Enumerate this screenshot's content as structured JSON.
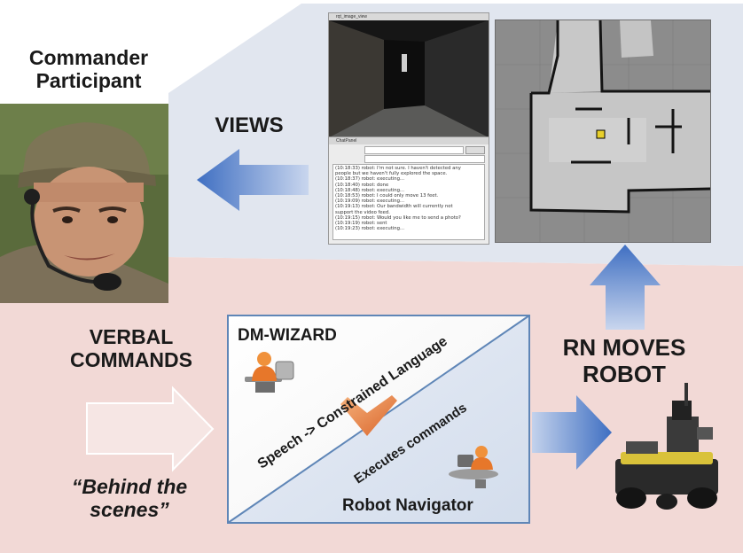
{
  "participant": {
    "title_line1": "Commander",
    "title_line2": "Participant"
  },
  "views_label": "VIEWS",
  "verbal_label_line1": "VERBAL",
  "verbal_label_line2": "COMMANDS",
  "behind_label_line1": "“Behind the",
  "behind_label_line2": "scenes”",
  "rn_label_line1": "RN MOVES",
  "rn_label_line2": "ROBOT",
  "wizard_box": {
    "dm_wizard": "DM-WIZARD",
    "speech": "Speech -> Constrained Language",
    "executes": "Executes commands",
    "robot_navigator": "Robot Navigator"
  },
  "screen": {
    "camera_title": "rqt_image_view",
    "chat_title": "ChatPanel",
    "chat_log": [
      "(10:18:33) robot: I'm not sure. I haven't detected any",
      "people but we haven't fully explored the space.",
      "(10:18:37) robot: executing...",
      "(10:18:40) robot: done",
      "(10:18:48) robot: executing...",
      "(10:18:53) robot: I could only move 13 feet.",
      "(10:19:09) robot: executing...",
      "(10:19:13) robot: Our bandwidth will currently not",
      "support the video feed.",
      "(10:19:15) robot: Would you like me to send a photo?",
      "(10:19:19) robot: sent",
      "(10:19:23) robot: executing..."
    ]
  },
  "colors": {
    "pink_bg": "#f2d9d6",
    "blue_bg": "#e1e6ef",
    "arrow_blue": "#4a78c4",
    "chevron_orange": "#e8873d",
    "box_border": "#5f86b7"
  }
}
